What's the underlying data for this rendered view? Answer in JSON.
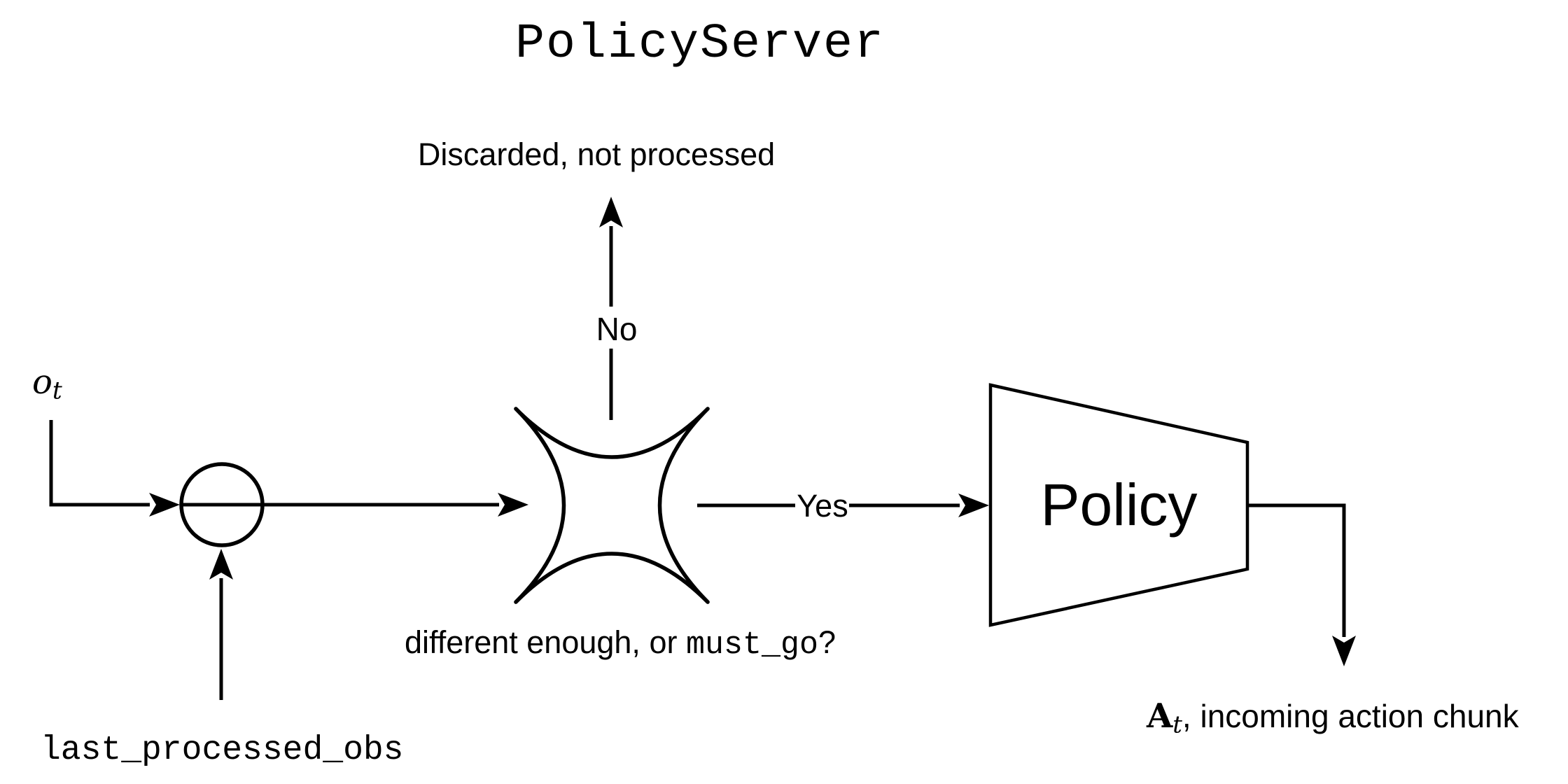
{
  "diagram": {
    "title": "PolicyServer",
    "background_color": "#ffffff",
    "ink_color": "#000000"
  },
  "labels": {
    "discarded": "Discarded, not processed",
    "no": "No",
    "yes": "Yes",
    "question": {
      "prefix": "different enough, or ",
      "code": "must_go",
      "suffix": "?"
    },
    "observation": {
      "symbol": "o",
      "subscript": "t"
    },
    "last_processed_obs": "last_processed_obs",
    "action": {
      "symbol": "A",
      "subscript": "t",
      "suffix": ", incoming action chunk"
    },
    "policy": "Policy"
  },
  "nodes": [
    {
      "name": "comparator-circle",
      "type": "circle"
    },
    {
      "name": "difference-check",
      "type": "concave-star"
    },
    {
      "name": "policy",
      "type": "trapezoid",
      "label": "Policy"
    }
  ]
}
